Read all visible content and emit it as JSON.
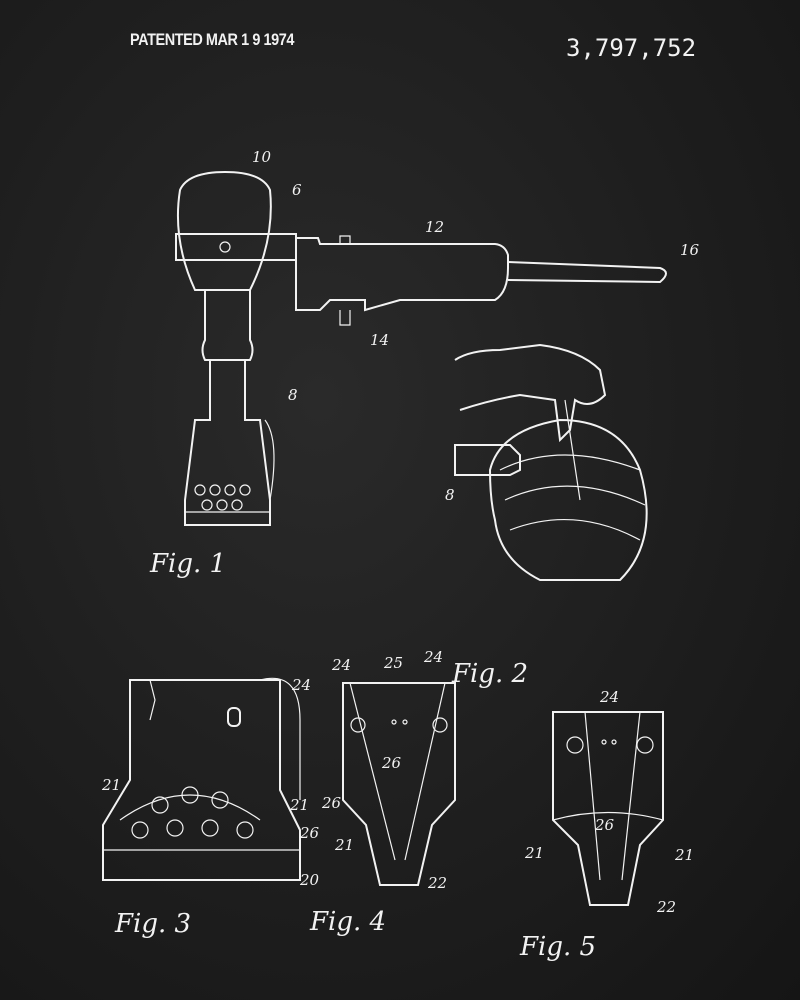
{
  "header": {
    "patented": "PATENTED MAR 1 9 1974",
    "patent_number": "3,797,752"
  },
  "figures": {
    "fig1": {
      "label": "Fig. 1",
      "refs": [
        "10",
        "6",
        "12",
        "16",
        "14",
        "8"
      ]
    },
    "fig2": {
      "label": "Fig. 2",
      "refs": [
        "8"
      ]
    },
    "fig3": {
      "label": "Fig. 3",
      "refs": [
        "24",
        "21",
        "21",
        "26",
        "20"
      ]
    },
    "fig4": {
      "label": "Fig. 4",
      "refs": [
        "24",
        "25",
        "24",
        "26",
        "26",
        "21",
        "22"
      ]
    },
    "fig5": {
      "label": "Fig. 5",
      "refs": [
        "24",
        "26",
        "21",
        "21",
        "22"
      ]
    }
  }
}
